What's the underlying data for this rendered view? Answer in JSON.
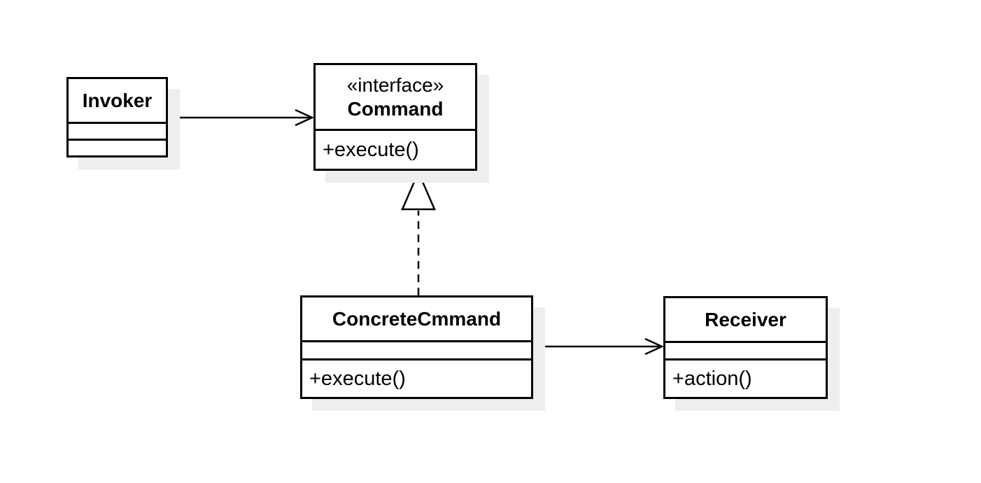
{
  "diagram": {
    "classes": [
      {
        "name": "Invoker",
        "stereotype": "",
        "attributes": [],
        "methods": []
      },
      {
        "name": "Command",
        "stereotype": "«interface»",
        "attributes": [],
        "methods": [
          "+execute()"
        ]
      },
      {
        "name": "ConcreteCmmand",
        "stereotype": "",
        "attributes": [],
        "methods": [
          "+execute()"
        ]
      },
      {
        "name": "Receiver",
        "stereotype": "",
        "attributes": [],
        "methods": [
          "+action()"
        ]
      }
    ],
    "relationships": [
      {
        "from": "Invoker",
        "to": "Command",
        "type": "association",
        "line_style": "solid",
        "arrowhead": "open"
      },
      {
        "from": "ConcreteCmmand",
        "to": "Command",
        "type": "realization",
        "line_style": "dashed",
        "arrowhead": "hollow-triangle"
      },
      {
        "from": "ConcreteCmmand",
        "to": "Receiver",
        "type": "association",
        "line_style": "solid",
        "arrowhead": "open"
      }
    ],
    "colors": {
      "background": "#ffffff",
      "box_fill": "#ffffff",
      "border": "#000000",
      "shadow": "#eeeeee"
    }
  }
}
